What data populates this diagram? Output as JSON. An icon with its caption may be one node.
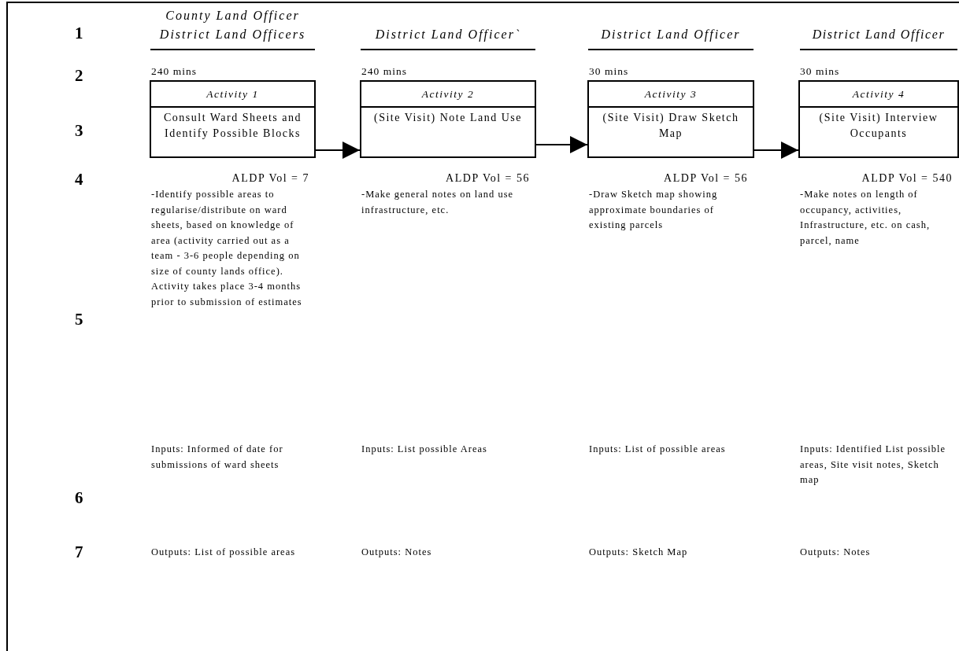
{
  "diagram": {
    "nodes": [
      {
        "text": [
          "Activity 1",
          "Consult Ward Sheets and Identify Possible Blocks"
        ],
        "beside": [
          "240 mins"
        ]
      },
      {
        "text": [
          "Activity 2",
          "(Site Visit) Note Land Use"
        ],
        "beside": [
          "240 mins"
        ]
      },
      {
        "text": [
          "Activity 3",
          "(Site Visit) Draw Sketch Map"
        ],
        "beside": [
          "30 mins"
        ]
      },
      {
        "text": [
          "Activity 4",
          "(Site Visit) Interview Occupants"
        ],
        "beside": [
          "30 mins"
        ]
      }
    ],
    "edges": [
      {
        "from": 0,
        "to": 1,
        "arrow": "to"
      },
      {
        "from": 1,
        "to": 2,
        "arrow": "to"
      },
      {
        "from": 2,
        "to": 3,
        "arrow": "to"
      }
    ],
    "labels": [
      "1",
      "County Land Officer District Land Officers",
      "District Land Officer`",
      "District Land Officer",
      "District Land Officer",
      "2",
      "3",
      "4",
      "ALDP Vol = 7",
      "ALDP Vol = 56",
      "ALDP Vol = 56",
      "ALDP Vol = 540",
      "-Identify possible areas to regularise/distribute on ward sheets, based on knowledge of area (activity carried out as a team - 3-6 people depending on size of county lands office). Activity takes place 3-4 months prior to submission of estimates",
      "-Make general notes on land use infrastructure, etc.",
      "-Draw Sketch map showing approximate boundaries of existing parcels",
      "-Make notes on length of occupancy, activities, Infrastructure, etc. on cash, parcel, name",
      "5",
      "Inputs: Informed of date for submissions of ward sheets",
      "Inputs: List possible Areas",
      "Inputs: List of possible areas",
      "Inputs: Identified List possible areas, Site visit notes, Sketch map",
      "6",
      "7",
      "Outputs: List of possible areas",
      "Outputs: Notes",
      "Outputs: Sketch Map",
      "Outputs: Notes"
    ]
  }
}
